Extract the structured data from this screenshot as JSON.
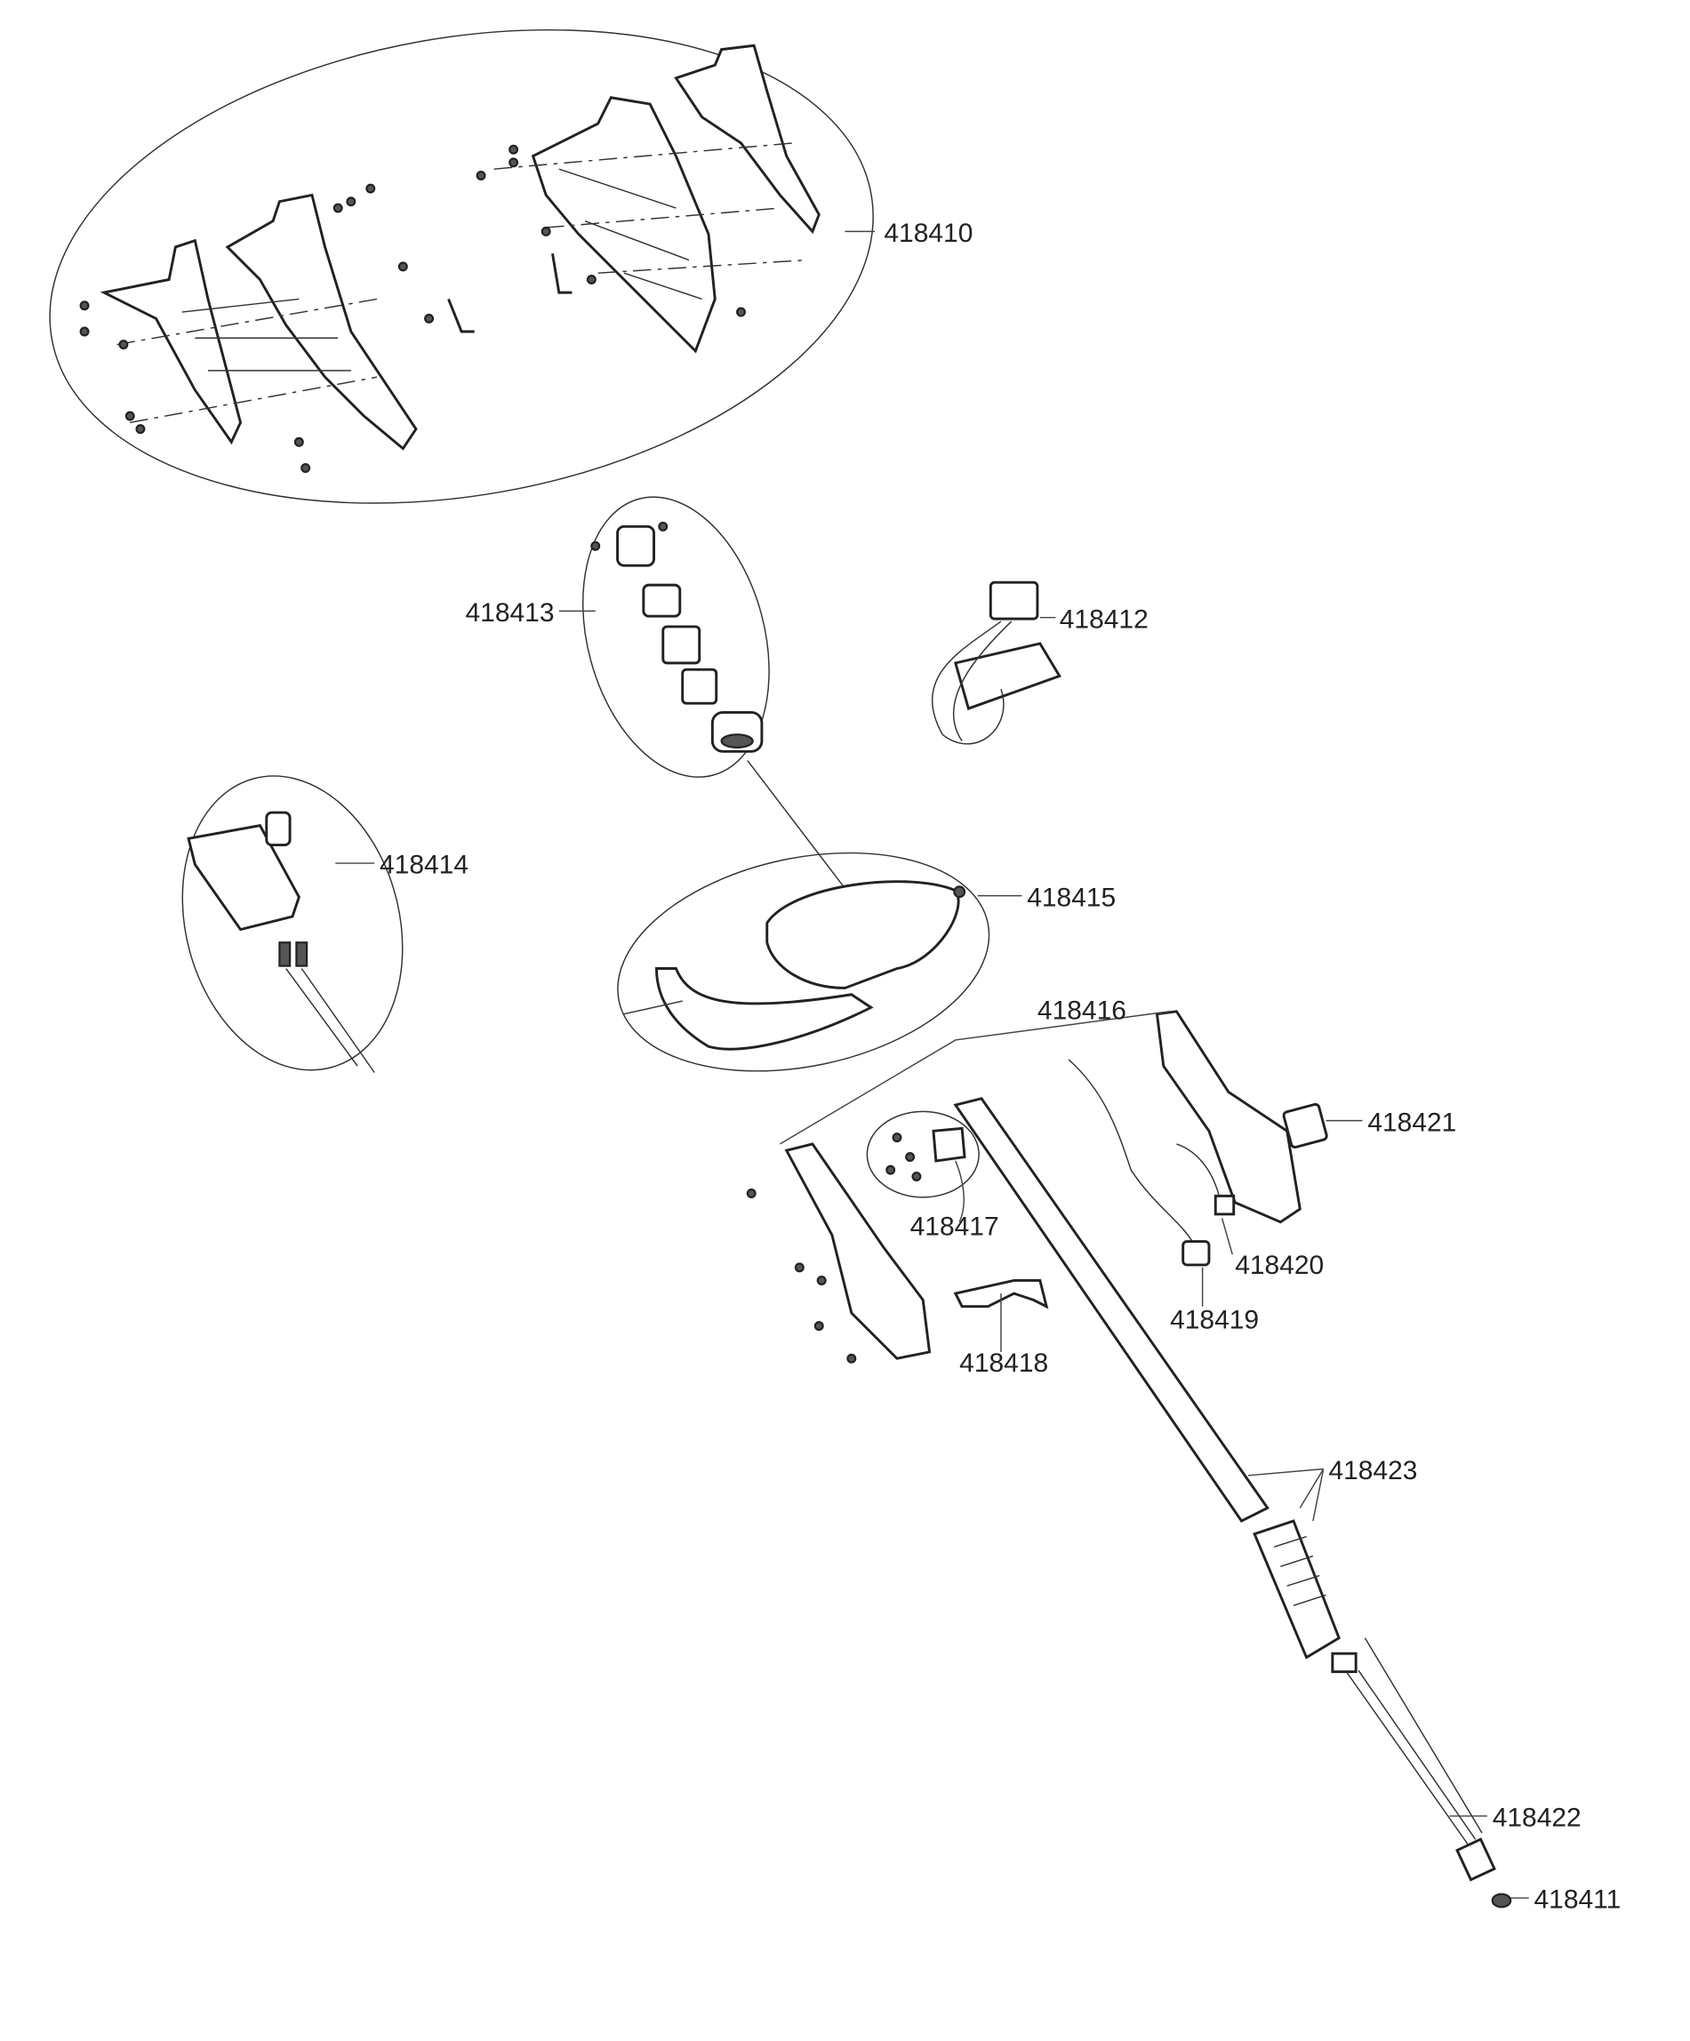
{
  "diagram": {
    "type": "exploded-parts-view",
    "part_labels": {
      "p418410": "418410",
      "p418411": "418411",
      "p418412": "418412",
      "p418413": "418413",
      "p418414": "418414",
      "p418415": "418415",
      "p418416": "418416",
      "p418417": "418417",
      "p418418": "418418",
      "p418419": "418419",
      "p418420": "418420",
      "p418421": "418421",
      "p418422": "418422",
      "p418423": "418423"
    }
  }
}
